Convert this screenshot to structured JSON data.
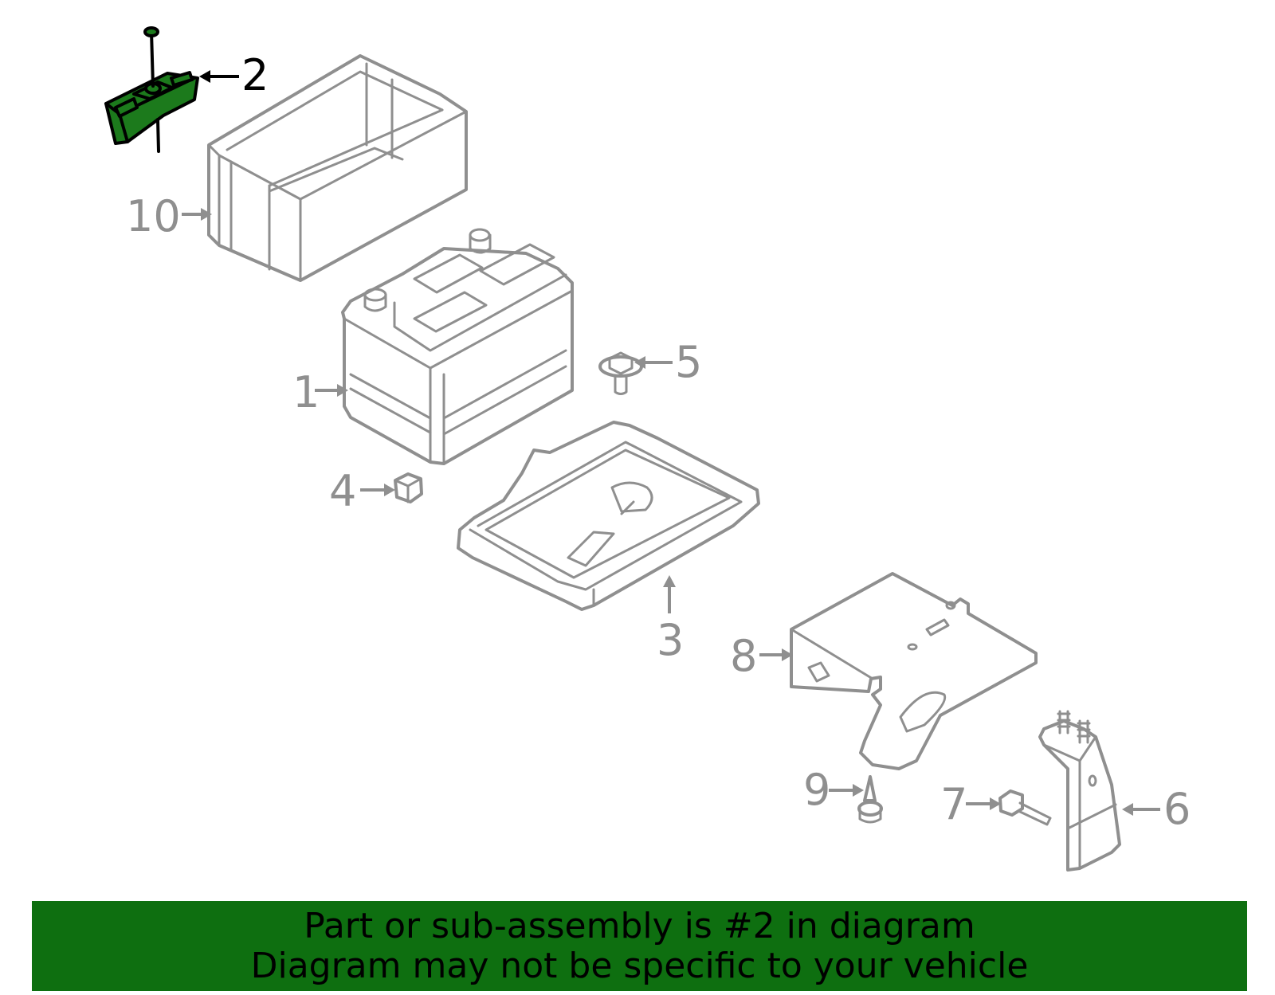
{
  "diagram": {
    "highlighted_part": "2",
    "callouts": [
      {
        "id": "1",
        "label": "1"
      },
      {
        "id": "2",
        "label": "2"
      },
      {
        "id": "3",
        "label": "3"
      },
      {
        "id": "4",
        "label": "4"
      },
      {
        "id": "5",
        "label": "5"
      },
      {
        "id": "6",
        "label": "6"
      },
      {
        "id": "7",
        "label": "7"
      },
      {
        "id": "8",
        "label": "8"
      },
      {
        "id": "9",
        "label": "9"
      },
      {
        "id": "10",
        "label": "10"
      }
    ],
    "colors": {
      "part_outline": "#8f8f8f",
      "highlight_fill": "#1c7a1c",
      "highlight_outline": "#000000",
      "banner_background": "#0e6f10"
    }
  },
  "footer": {
    "line1": "Part or sub-assembly is #2 in diagram",
    "line2": "Diagram may not be specific to your vehicle"
  }
}
